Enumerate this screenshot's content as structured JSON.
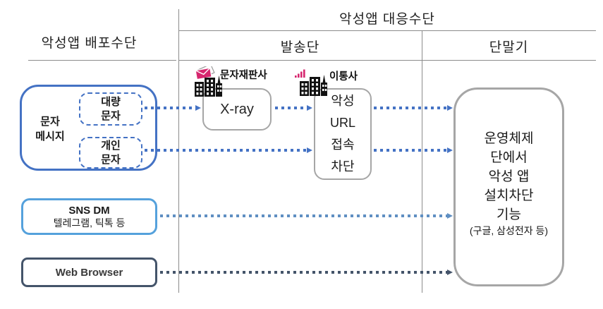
{
  "header": {
    "distribution_title": "악성앱 배포수단",
    "response_title": "악성앱 대응수단",
    "sender_column": "발송단",
    "device_column": "단말기"
  },
  "distribution": {
    "sms_group": {
      "label": "문자\n메시지",
      "bulk_sms": "대량\n문자",
      "personal_sms": "개인\n문자"
    },
    "sns": {
      "title": "SNS DM",
      "subtitle": "텔레그램, 틱톡 등"
    },
    "web": {
      "title": "Web Browser"
    }
  },
  "sender": {
    "xray": {
      "label": "X-ray",
      "org_label": "문자재판사",
      "org_icon": "buildings-envelope-icon"
    },
    "url_block": {
      "label": "악성\nURL\n접속\n차단",
      "org_label": "이통사",
      "org_icon": "buildings-signal-icon"
    }
  },
  "device": {
    "os_block": {
      "label": "운영체제\n단에서\n악성 앱\n설치차단\n기능",
      "sublabel": "(구글, 삼성전자 등)"
    }
  },
  "connections": [
    {
      "from": "bulk-sms",
      "to": "x-ray",
      "color": "#4472C4"
    },
    {
      "from": "x-ray",
      "to": "malicious-url-block",
      "color": "#4472C4"
    },
    {
      "from": "personal-sms",
      "to": "malicious-url-block",
      "color": "#4472C4"
    },
    {
      "from": "malicious-url-block",
      "to": "os-install-block",
      "color": "#4472C4"
    },
    {
      "from": "malicious-url-block",
      "to": "os-install-block",
      "color": "#4472C4"
    },
    {
      "from": "sns-dm",
      "to": "os-install-block",
      "color": "#5F8FC2"
    },
    {
      "from": "web-browser",
      "to": "os-install-block",
      "color": "#44546A"
    }
  ],
  "colors": {
    "primary_blue": "#4472C4",
    "light_blue": "#55A1DC",
    "light_blue_arrow": "#5F8FC2",
    "dark_navy": "#44546A",
    "box_gray": "#A6A6A6",
    "grid_gray": "#8C8C8C",
    "icon_pink": "#D6266E"
  }
}
